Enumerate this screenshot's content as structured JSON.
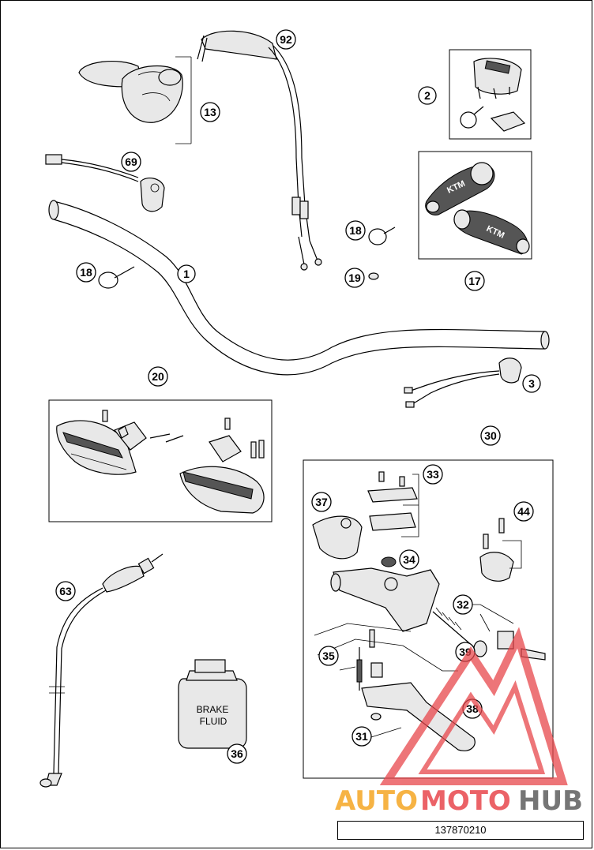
{
  "diagram": {
    "type": "exploded parts diagram",
    "callouts": [
      {
        "id": "c1",
        "label": "1"
      },
      {
        "id": "c2",
        "label": "2"
      },
      {
        "id": "c3",
        "label": "3"
      },
      {
        "id": "c13",
        "label": "13"
      },
      {
        "id": "c17",
        "label": "17"
      },
      {
        "id": "c18a",
        "label": "18"
      },
      {
        "id": "c18b",
        "label": "18"
      },
      {
        "id": "c19",
        "label": "19"
      },
      {
        "id": "c20",
        "label": "20"
      },
      {
        "id": "c30",
        "label": "30"
      },
      {
        "id": "c31",
        "label": "31"
      },
      {
        "id": "c32",
        "label": "32"
      },
      {
        "id": "c33",
        "label": "33"
      },
      {
        "id": "c34",
        "label": "34"
      },
      {
        "id": "c35",
        "label": "35"
      },
      {
        "id": "c36",
        "label": "36"
      },
      {
        "id": "c37",
        "label": "37"
      },
      {
        "id": "c38",
        "label": "38"
      },
      {
        "id": "c39",
        "label": "39"
      },
      {
        "id": "c44",
        "label": "44"
      },
      {
        "id": "c63",
        "label": "63"
      },
      {
        "id": "c69",
        "label": "69"
      },
      {
        "id": "c92",
        "label": "92"
      }
    ],
    "bottle_label_line1": "BRAKE",
    "bottle_label_line2": "FLUID",
    "grip_logo": "KTM",
    "part_number": "137870210"
  },
  "watermark": {
    "text_part1": "AUTO",
    "text_part2": "MOTO",
    "text_part3": "HUB",
    "color_orange": "#f5a623",
    "color_red": "#e8474c",
    "color_gray": "#666666"
  }
}
